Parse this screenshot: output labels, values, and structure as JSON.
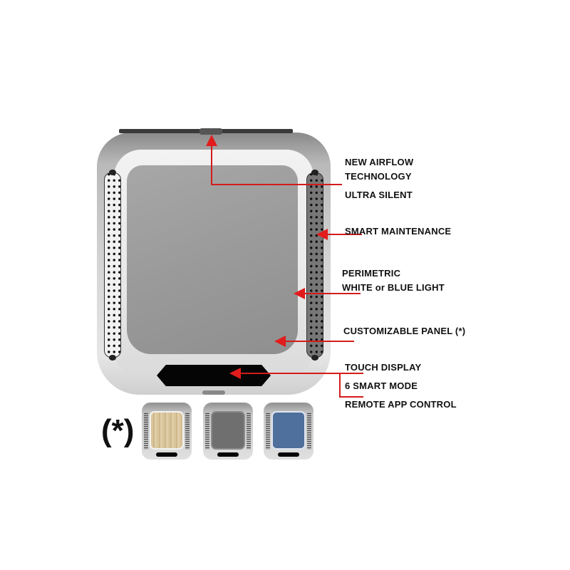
{
  "features": {
    "airflow_line1": "NEW AIRFLOW",
    "airflow_line2": "TECHNOLOGY",
    "ultra_silent": "ULTRA SILENT",
    "smart_maintenance": "SMART MAINTENANCE",
    "perimetric_line1": "PERIMETRIC",
    "perimetric_line2": "WHITE or BLUE LIGHT",
    "customizable_panel": "CUSTOMIZABLE PANEL (*)",
    "touch_display": "TOUCH DISPLAY",
    "smart_mode": "6 SMART MODE",
    "remote_app": "REMOTE APP CONTROL"
  },
  "variants": {
    "marker": "(*)",
    "items": [
      {
        "name": "wood",
        "color": "#d8c29a"
      },
      {
        "name": "grey",
        "color": "#6f6f6f"
      },
      {
        "name": "blue",
        "color": "#4f6f9c"
      }
    ]
  },
  "colors": {
    "arrow": "#e21c1c",
    "text": "#111111"
  }
}
